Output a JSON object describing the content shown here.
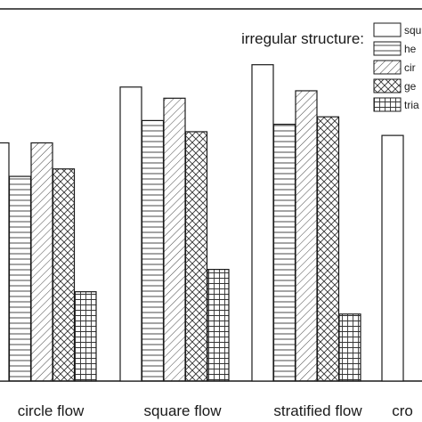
{
  "chart_data": {
    "type": "bar",
    "title": "",
    "xlabel": "",
    "ylabel": "",
    "categories": [
      "circle flow",
      "square flow",
      "stratified flow",
      "cro"
    ],
    "legend_title": "irregular structure:",
    "legend_position": "top-right",
    "ylim": [
      0,
      100
    ],
    "grid": false,
    "series": [
      {
        "name": "squ",
        "pattern": "none",
        "values": [
          64,
          79,
          85,
          66
        ]
      },
      {
        "name": "he",
        "pattern": "horizontal",
        "values": [
          55,
          70,
          69,
          null
        ]
      },
      {
        "name": "cir",
        "pattern": "diagonal",
        "values": [
          64,
          76,
          78,
          null
        ]
      },
      {
        "name": "ge",
        "pattern": "crosshatch",
        "values": [
          57,
          67,
          71,
          null
        ]
      },
      {
        "name": "tria",
        "pattern": "grid",
        "values": [
          24,
          30,
          18,
          null
        ]
      }
    ]
  }
}
